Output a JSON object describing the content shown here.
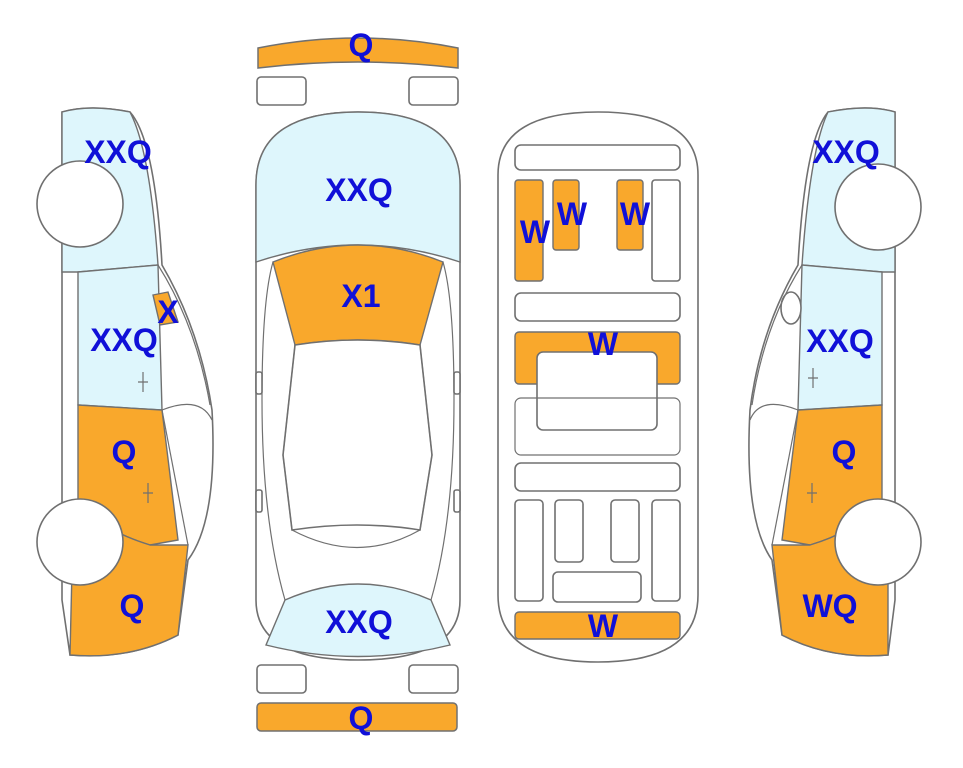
{
  "colors": {
    "damaged": "#f9a82c",
    "glass": "#def6fc",
    "panel": "#ffffff",
    "outline": "#707070",
    "label": "#1010d8"
  },
  "labels": {
    "front_bumper": "Q",
    "rear_bumper": "Q",
    "top_windshield": "XXQ",
    "top_hood": "X1",
    "top_rear_window": "XXQ",
    "left_front_window": "XXQ",
    "left_front_mirror": "X",
    "left_rear_window": "XXQ",
    "left_rear_door": "Q",
    "left_rear_fender": "Q",
    "right_front_window": "XXQ",
    "right_rear_window": "XXQ",
    "right_rear_door": "Q",
    "right_rear_fender": "WQ",
    "floor_seat_left": "W",
    "floor_seat_center": "W",
    "floor_seat_right": "W",
    "floor_crossmember": "W",
    "floor_rear_panel": "W"
  }
}
